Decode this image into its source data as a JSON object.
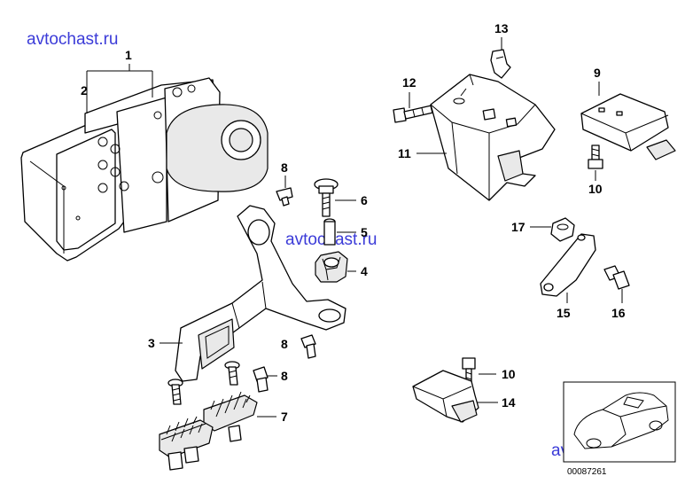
{
  "watermark": "avtochast.ru",
  "callouts": {
    "c1": "1",
    "c2": "2",
    "c3": "3",
    "c4": "4",
    "c5": "5",
    "c6": "6",
    "c7": "7",
    "c8a": "8",
    "c8b": "8",
    "c8c": "8",
    "c9": "9",
    "c10a": "10",
    "c10b": "10",
    "c11": "11",
    "c12": "12",
    "c13": "13",
    "c14": "14",
    "c15": "15",
    "c16": "16",
    "c17": "17"
  },
  "reference_number": "00087261"
}
